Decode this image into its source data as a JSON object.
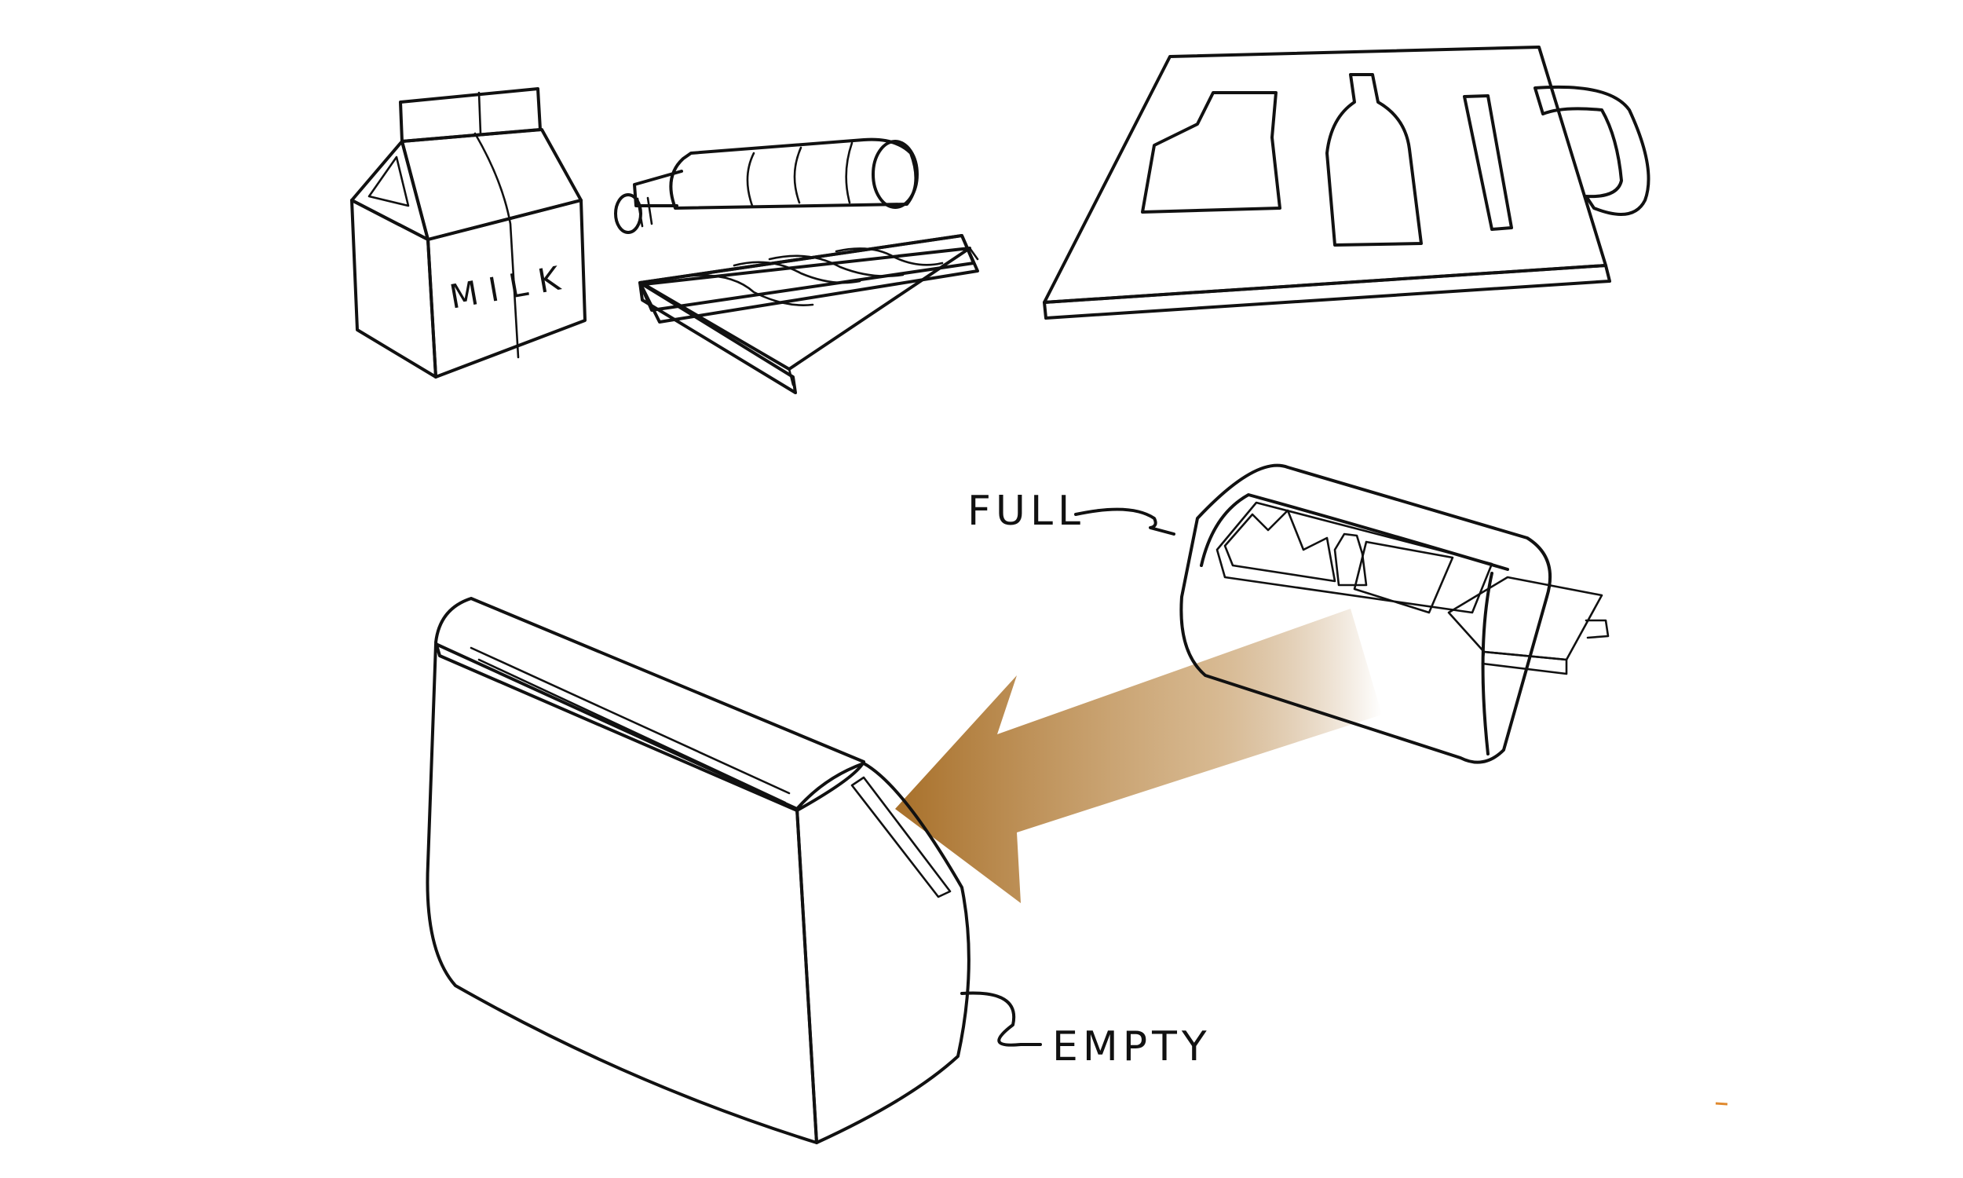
{
  "carton": {
    "label": "MILK"
  },
  "labels": {
    "full": "FULL",
    "empty": "EMPTY"
  },
  "colors": {
    "bin_green": "#3a9a2e",
    "bin_green_dark": "#1f6b1a",
    "bin_green_light": "#6cc253",
    "arrow_brown": "#a8702a",
    "handle_brown": "#b06b2a",
    "gray_light": "#e6e6e6",
    "gray_dark": "#8a8a8a"
  }
}
